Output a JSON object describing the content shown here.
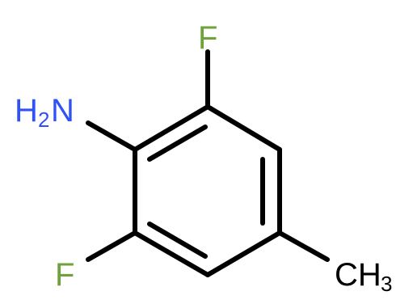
{
  "molecule": {
    "atoms": {
      "nh2": {
        "symbol": "H",
        "subscript": "2",
        "suffix": "N",
        "color": "#3050F8"
      },
      "f_top": {
        "symbol": "F",
        "color": "#6DA33A"
      },
      "f_bottom": {
        "symbol": "F",
        "color": "#6DA33A"
      },
      "ch3": {
        "symbol": "CH",
        "subscript": "3",
        "color": "#000000"
      }
    },
    "bond_color": "#000000"
  }
}
